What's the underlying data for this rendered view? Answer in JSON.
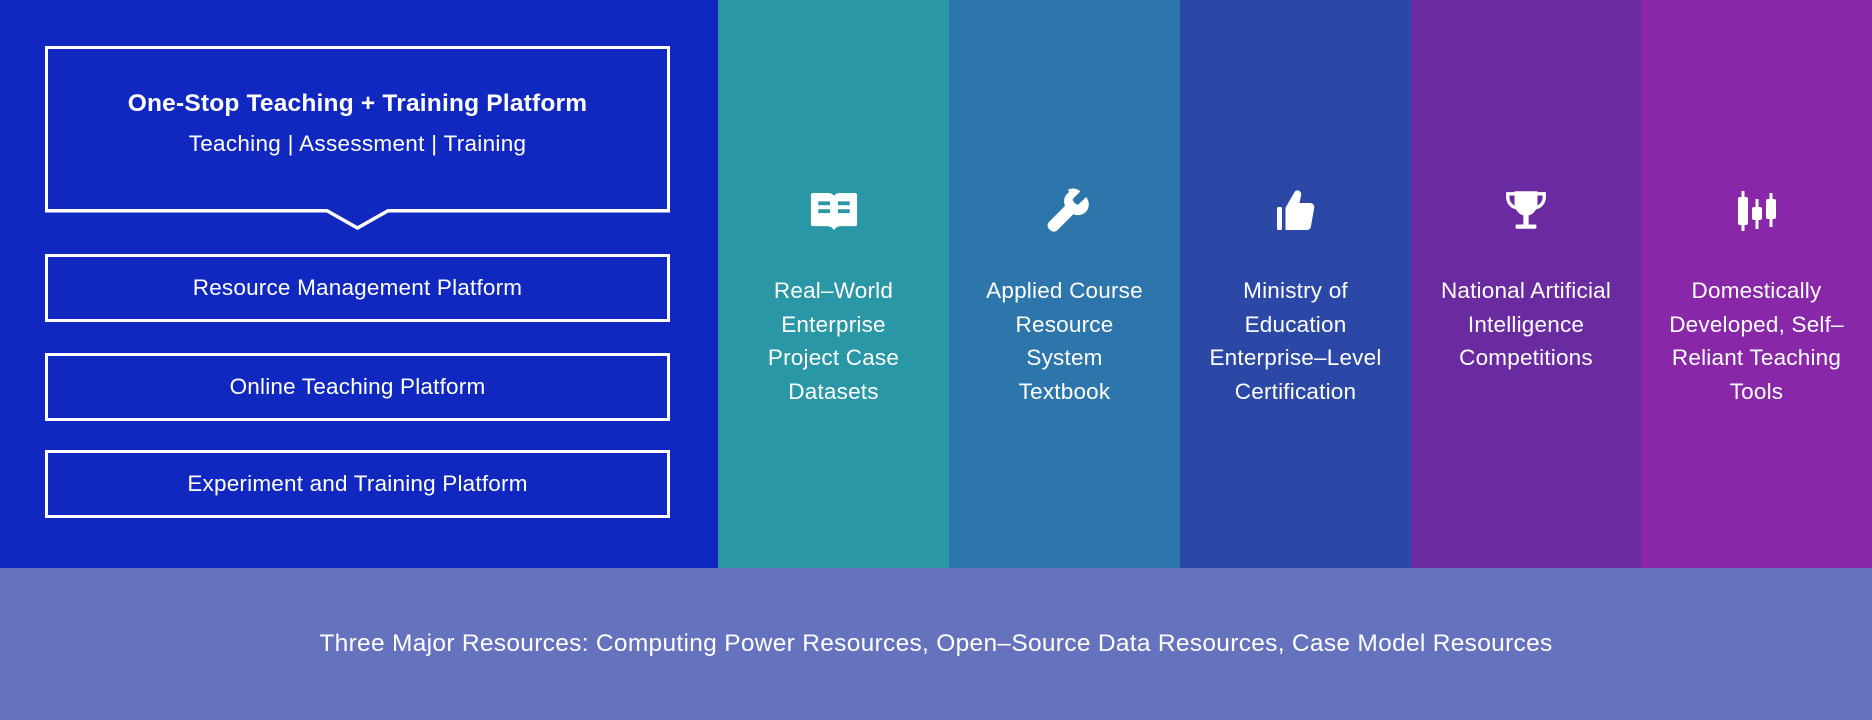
{
  "left_panel": {
    "main_box": {
      "title": "One-Stop Teaching + Training Platform",
      "subtitle": "Teaching | Assessment | Training"
    },
    "boxes": [
      "Resource Management Platform",
      "Online Teaching Platform",
      "Experiment and Training Platform"
    ]
  },
  "columns": [
    {
      "icon": "open-book-icon",
      "color": "#2997a5",
      "lines": [
        "Real–World",
        "Enterprise",
        "Project Case",
        "Datasets"
      ]
    },
    {
      "icon": "wrench-icon",
      "color": "#2d76ab",
      "lines": [
        "Applied Course",
        "Resource",
        "System",
        "Textbook"
      ]
    },
    {
      "icon": "thumbs-up-icon",
      "color": "#2c48a6",
      "lines": [
        "Ministry of",
        "Education",
        "Enterprise–Level",
        "Certification"
      ]
    },
    {
      "icon": "trophy-icon",
      "color": "#6a2ba1",
      "lines": [
        "National Artificial",
        "Intelligence",
        "Competitions"
      ]
    },
    {
      "icon": "candlestick-chart-icon",
      "color": "#8828a9",
      "lines": [
        "Domestically",
        "Developed, Self–",
        "Reliant Teaching",
        "Tools"
      ]
    }
  ],
  "footer": {
    "text": "Three Major Resources: Computing Power Resources, Open–Source Data Resources, Case Model Resources",
    "background": "#6573bf"
  },
  "colors": {
    "left_panel_background": "#1128c0",
    "text": "#ffffff",
    "border": "#ffffff"
  }
}
